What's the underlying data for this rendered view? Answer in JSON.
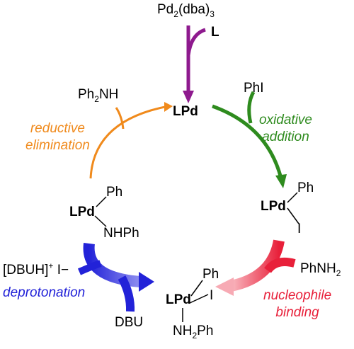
{
  "colors": {
    "precatalyst": "#8e1a8e",
    "oxidative_addition": "#2e8b1e",
    "nucleophile_binding": "#e8203a",
    "deprotonation": "#2222d8",
    "reductive_elimination": "#f08a1c",
    "text": "#000000"
  },
  "precatalyst": {
    "prefix": "Pd",
    "sub1": "2",
    "mid": "(dba)",
    "sub2": "3",
    "ligand": "L"
  },
  "species": {
    "lpd": "LPd",
    "oa_complex": {
      "metal": "LPd",
      "top": "Ph",
      "bottom": "I"
    },
    "amine_complex": {
      "metal": "LPd",
      "top": "Ph",
      "right": "I",
      "bottom_prefix": "NH",
      "bottom_sub": "2",
      "bottom_suffix": "Ph"
    },
    "amido_complex": {
      "metal": "LPd",
      "top": "Ph",
      "bottom": "NHPh"
    }
  },
  "reagents": {
    "phi": "PhI",
    "phnh2_prefix": "PhNH",
    "phnh2_sub": "2",
    "dbu": "DBU",
    "dbuh_prefix": "[DBUH]",
    "dbuh_sup": "+",
    "dbuh_suffix": " I−",
    "product_prefix": "Ph",
    "product_sub": "2",
    "product_suffix": "NH"
  },
  "steps": {
    "oxidative_addition": [
      "oxidative",
      "addition"
    ],
    "nucleophile_binding": [
      "nucleophile",
      "binding"
    ],
    "deprotonation": "deprotonation",
    "reductive_elimination": [
      "reductive",
      "elimination"
    ]
  }
}
